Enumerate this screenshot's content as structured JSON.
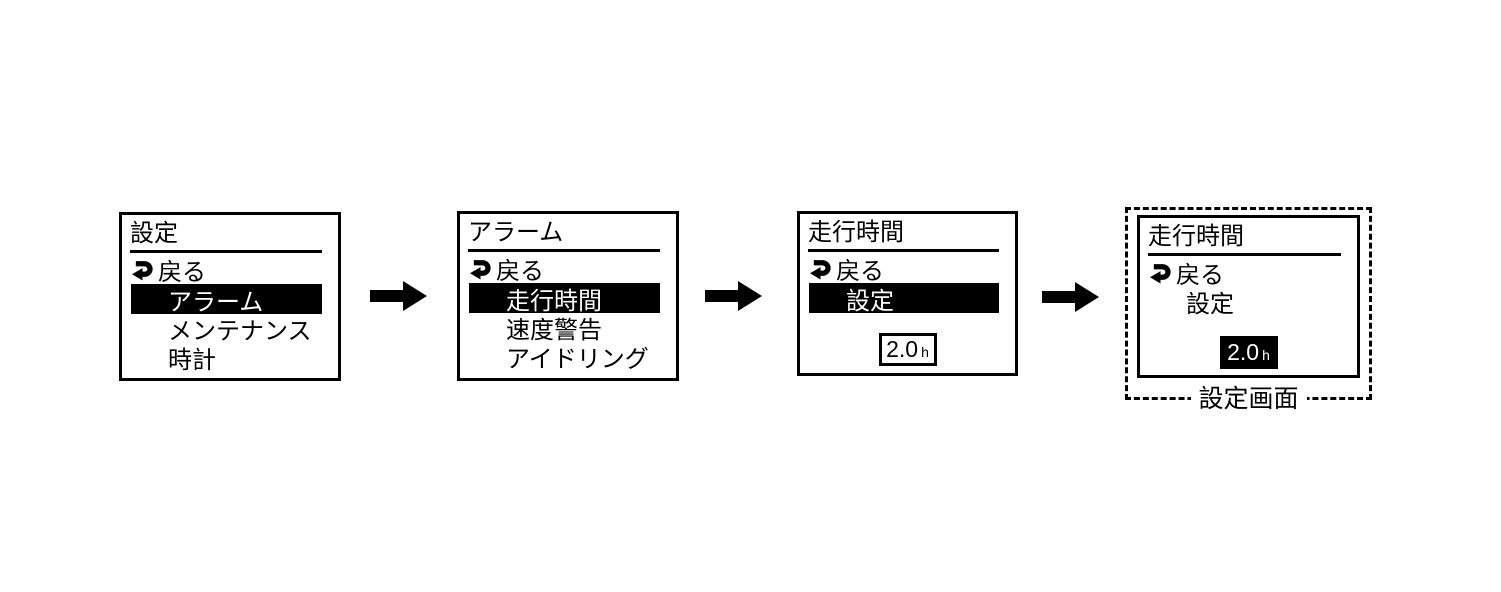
{
  "colors": {
    "ink": "#000000",
    "paper": "#ffffff"
  },
  "icons": {
    "back": "back-arrow-icon",
    "flow": "right-block-arrow-icon"
  },
  "screens": [
    {
      "id": "settings",
      "title": "設定",
      "items": [
        {
          "label": "戻る",
          "icon": "back-arrow",
          "highlighted": false
        },
        {
          "label": "アラーム",
          "highlighted": true
        },
        {
          "label": "メンテナンス",
          "highlighted": false
        },
        {
          "label": "時計",
          "highlighted": false
        }
      ]
    },
    {
      "id": "alarm",
      "title": "アラーム",
      "items": [
        {
          "label": "戻る",
          "icon": "back-arrow",
          "highlighted": false
        },
        {
          "label": "走行時間",
          "highlighted": true
        },
        {
          "label": "速度警告",
          "highlighted": false
        },
        {
          "label": "アイドリング",
          "highlighted": false
        }
      ]
    },
    {
      "id": "driving-time",
      "title": "走行時間",
      "items": [
        {
          "label": "戻る",
          "icon": "back-arrow",
          "highlighted": false
        },
        {
          "label": "設定",
          "highlighted": true
        }
      ],
      "value_box": {
        "value": "2.0",
        "unit": "h",
        "inverted": false
      }
    },
    {
      "id": "driving-time-setting",
      "title": "走行時間",
      "items": [
        {
          "label": "戻る",
          "icon": "back-arrow",
          "highlighted": false
        },
        {
          "label": "設定",
          "highlighted": false
        }
      ],
      "value_box": {
        "value": "2.0",
        "unit": "h",
        "inverted": true
      },
      "frame_caption": "設定画面"
    }
  ]
}
